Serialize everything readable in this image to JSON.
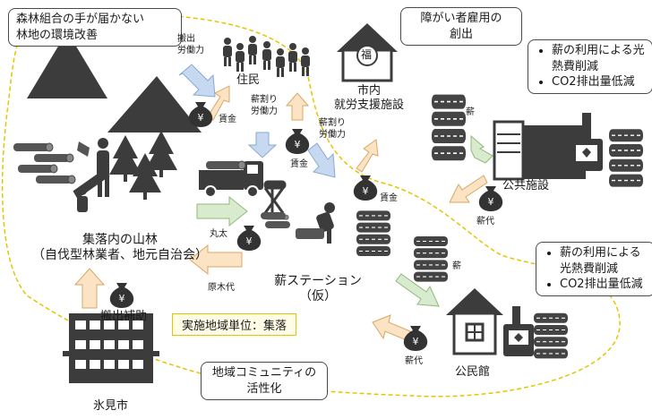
{
  "callouts": {
    "forest_cooperative": [
      "森林組合の手が届かない",
      "林地の環境改善"
    ],
    "disability_employment": [
      "障がい者雇用の",
      "創出"
    ],
    "public_facility_benefits": [
      "薪の利用による光熱費削減",
      "CO2排出量低減"
    ],
    "community_hall_benefits": [
      "薪の利用による光熱費削減",
      "CO2排出量低減"
    ],
    "community_activation": [
      "地域コミュニティの",
      "活性化"
    ]
  },
  "labels": {
    "residents": "住民",
    "transport_labor": [
      "搬出",
      "労働力"
    ],
    "wage_residents": "賃金",
    "firewood_labor_1": [
      "薪割り",
      "労働力"
    ],
    "firewood_labor_2": [
      "薪割り",
      "労働力"
    ],
    "wage_station": "賃金",
    "wage_facility": "賃金",
    "welfare_facility": [
      "市内",
      "就労支援施設"
    ],
    "firewood_public": "薪",
    "public_facility": "公共施設",
    "firewood_fee_public": "薪代",
    "firewood_hall": "薪",
    "community_hall": "公民館",
    "firewood_fee_hall": "薪代",
    "village_forest": [
      "集落内の山林",
      "（自伐型林業者、地元自治会）"
    ],
    "logs": "丸太",
    "timber_fee": "原木代",
    "firewood_station": [
      "薪ステーション",
      "（仮）"
    ],
    "transport_subsidy": "搬出補助",
    "implementation_unit": "実施地域単位：集落",
    "city": "氷見市",
    "fuku": "福",
    "yen": "¥"
  },
  "colors": {
    "arrow_blue": "#c6d9f1",
    "arrow_green": "#d8ebcf",
    "arrow_orange": "#fbe3c4",
    "dashed_boundary": "#e8c400",
    "icon": "#3c3c3c"
  }
}
